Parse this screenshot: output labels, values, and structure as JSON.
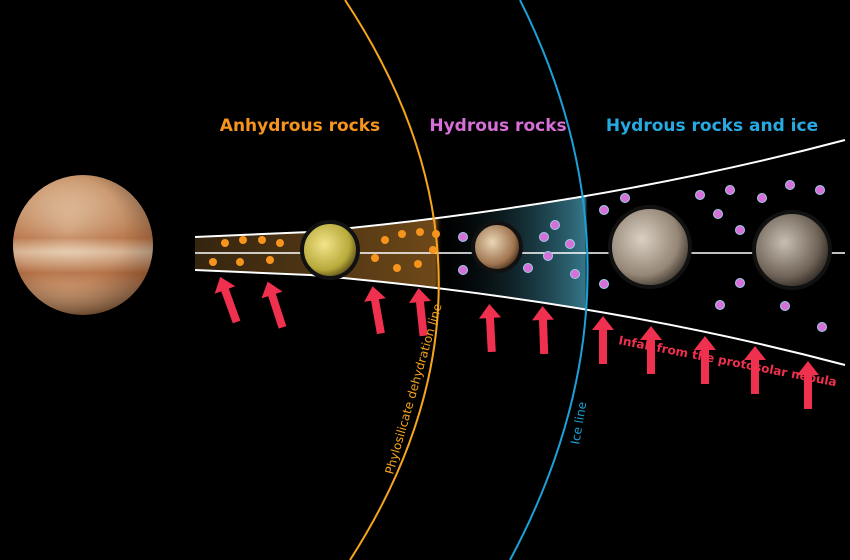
{
  "zones": {
    "anhydrous": {
      "label": "Anhydrous rocks",
      "color": "#f7941d"
    },
    "hydrous": {
      "label": "Hydrous rocks",
      "color": "#d76fd8"
    },
    "hydrous_ice": {
      "label": "Hydrous rocks and ice",
      "color": "#27aae1"
    }
  },
  "lines": {
    "dehydration": {
      "label": "Phylosilicate dehydration line",
      "color": "#f7a41d"
    },
    "ice": {
      "label": "Ice line",
      "color": "#1ba1d8"
    }
  },
  "infall": {
    "label": "Infall from the protosolar nebula",
    "color": "#f0304f"
  },
  "bodies": [
    "jupiter",
    "io",
    "europa",
    "ganymede",
    "callisto"
  ]
}
